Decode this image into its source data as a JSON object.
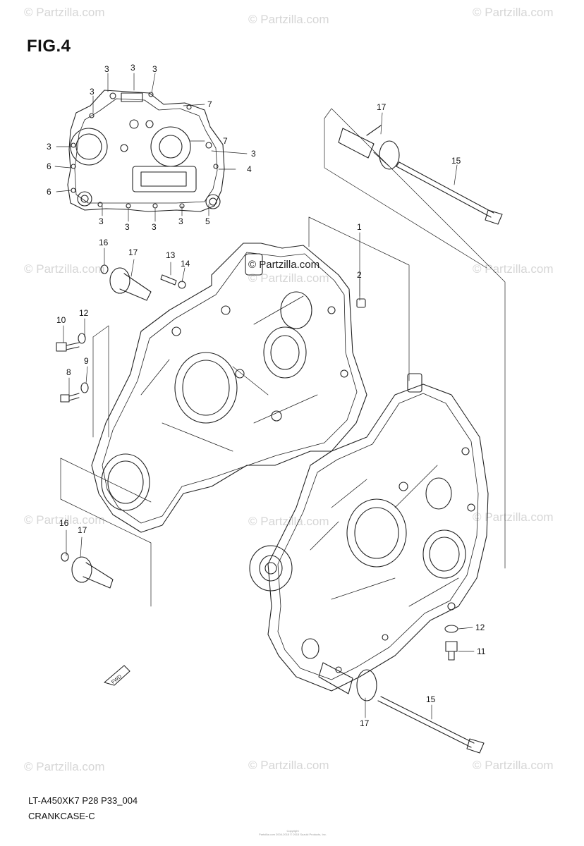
{
  "figure": {
    "title": "FIG.4",
    "model_code": "LT-A450XK7 P28 P33_004",
    "name": "CRANKCASE-C",
    "copyright_lines": [
      "Copyright",
      "Partzilla.com 2004-2015 © 2015 Suzuki Products, Inc."
    ]
  },
  "brand_label": "© Partzilla.com",
  "watermarks": [
    "© Partzilla.com",
    "© Partzilla.com",
    "© Partzilla.com",
    "© Partzilla.com",
    "© Partzilla.com",
    "© Partzilla.com",
    "© Partzilla.com",
    "© Partzilla.com",
    "© Partzilla.com",
    "© Partzilla.com",
    "© Partzilla.com",
    "© Partzilla.com"
  ],
  "fwd_label": "FWD",
  "callouts": [
    "3",
    "3",
    "3",
    "3",
    "7",
    "3",
    "7",
    "6",
    "3",
    "4",
    "6",
    "3",
    "3",
    "3",
    "3",
    "5",
    "17",
    "15",
    "1",
    "16",
    "17",
    "13",
    "14",
    "2",
    "10",
    "12",
    "8",
    "9",
    "16",
    "17",
    "12",
    "11",
    "15",
    "17"
  ]
}
